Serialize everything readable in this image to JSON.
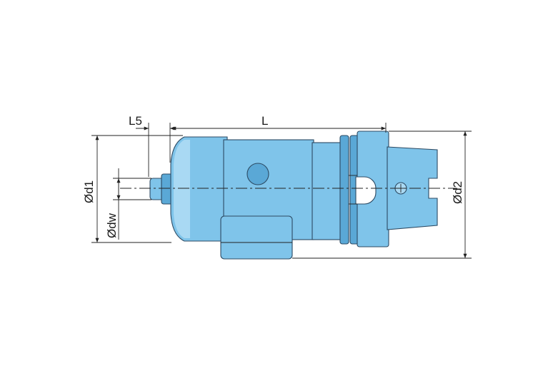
{
  "dimensions": {
    "L": "L",
    "L5": "L5",
    "d1": "Ød1",
    "dw": "Ødw",
    "d2": "Ød2"
  },
  "colors": {
    "body": "#7fc4ea",
    "body_light": "#a9d9f3",
    "body_shadow": "#5aa8d6",
    "outline": "#2c4a63"
  }
}
